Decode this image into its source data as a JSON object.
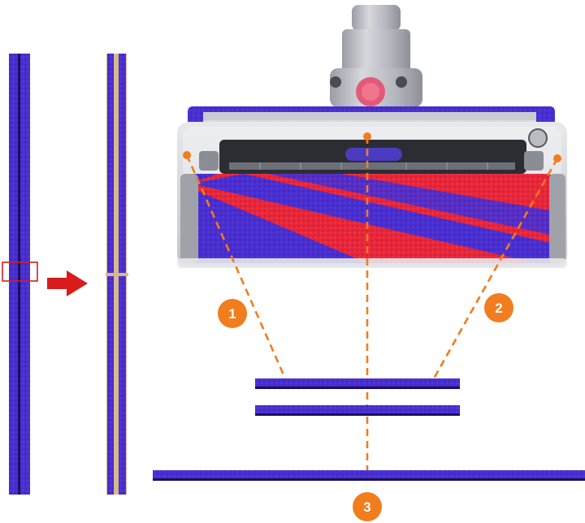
{
  "colors": {
    "felt": "#4a2fd0",
    "felt_dark": "#2a1890",
    "red_brush": "#e8263a",
    "accent_orange": "#f07d1e",
    "arrow_red": "#d81c1c",
    "highlight_box": "#d02020",
    "metal": "#b9bcc3"
  },
  "callouts": [
    {
      "number": "1"
    },
    {
      "number": "2"
    },
    {
      "number": "3"
    }
  ]
}
